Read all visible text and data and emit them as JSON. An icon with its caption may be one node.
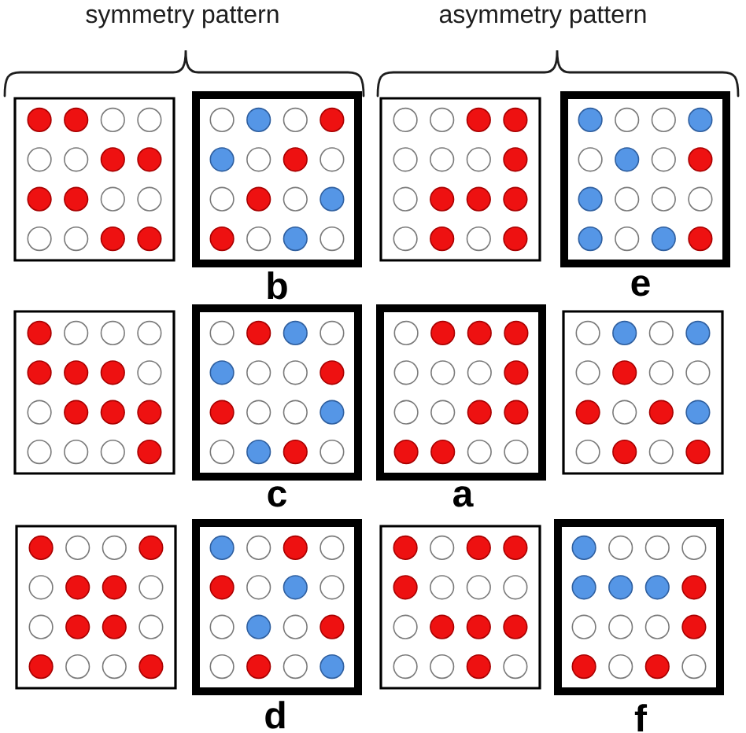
{
  "diagram": {
    "nodes": [
      {
        "text": [],
        "shape": "box"
      },
      {
        "text": [],
        "shape": "box",
        "beside": [
          "b"
        ]
      },
      {
        "text": [],
        "shape": "box"
      },
      {
        "text": [],
        "shape": "box",
        "beside": [
          "e"
        ]
      },
      {
        "text": [],
        "shape": "box"
      },
      {
        "text": [],
        "shape": "box",
        "beside": [
          "c"
        ]
      },
      {
        "text": [],
        "shape": "box",
        "beside": [
          "a"
        ]
      },
      {
        "text": [],
        "shape": "box"
      },
      {
        "text": [],
        "shape": "box"
      },
      {
        "text": [],
        "shape": "box",
        "beside": [
          "d"
        ]
      },
      {
        "text": [],
        "shape": "box"
      },
      {
        "text": [],
        "shape": "box",
        "beside": [
          "f"
        ]
      }
    ],
    "labels": [
      "symmetry pattern",
      "asymmetry pattern"
    ]
  }
}
